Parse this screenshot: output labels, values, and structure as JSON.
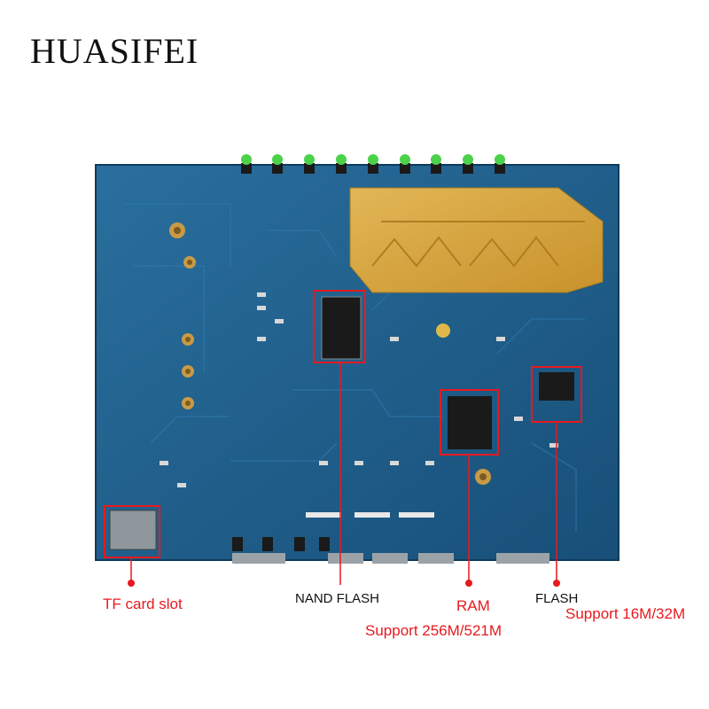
{
  "brand": {
    "name": "HUASIFEI"
  },
  "callouts": {
    "tf_card": {
      "label": "TF card slot"
    },
    "nand": {
      "label": "NAND FLASH"
    },
    "ram": {
      "label": "RAM",
      "support": "Support 256M/521M"
    },
    "flash": {
      "label": "FLASH",
      "support": "Support 16M/32M"
    }
  },
  "colors": {
    "board": "#1d5f8c",
    "board_dark": "#134a70",
    "copper": "#d7a640",
    "highlight": "#e8191f",
    "chip": "#1a1a1a"
  },
  "icons": {
    "led": "green-led-icon",
    "mount": "mounting-hole-icon"
  }
}
